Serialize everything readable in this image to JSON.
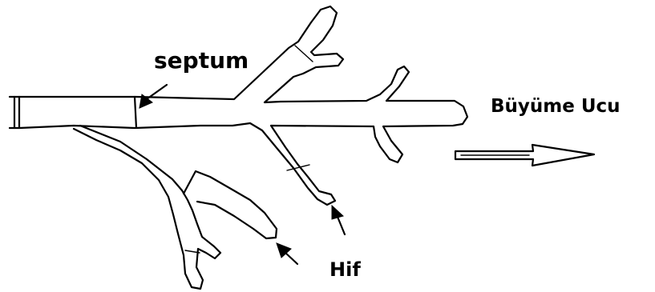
{
  "labels": {
    "septum": "septum",
    "growth_tip": "Büyüme Ucu",
    "hypha": "Hif"
  },
  "colors": {
    "line": "#000000",
    "background": "#ffffff"
  }
}
